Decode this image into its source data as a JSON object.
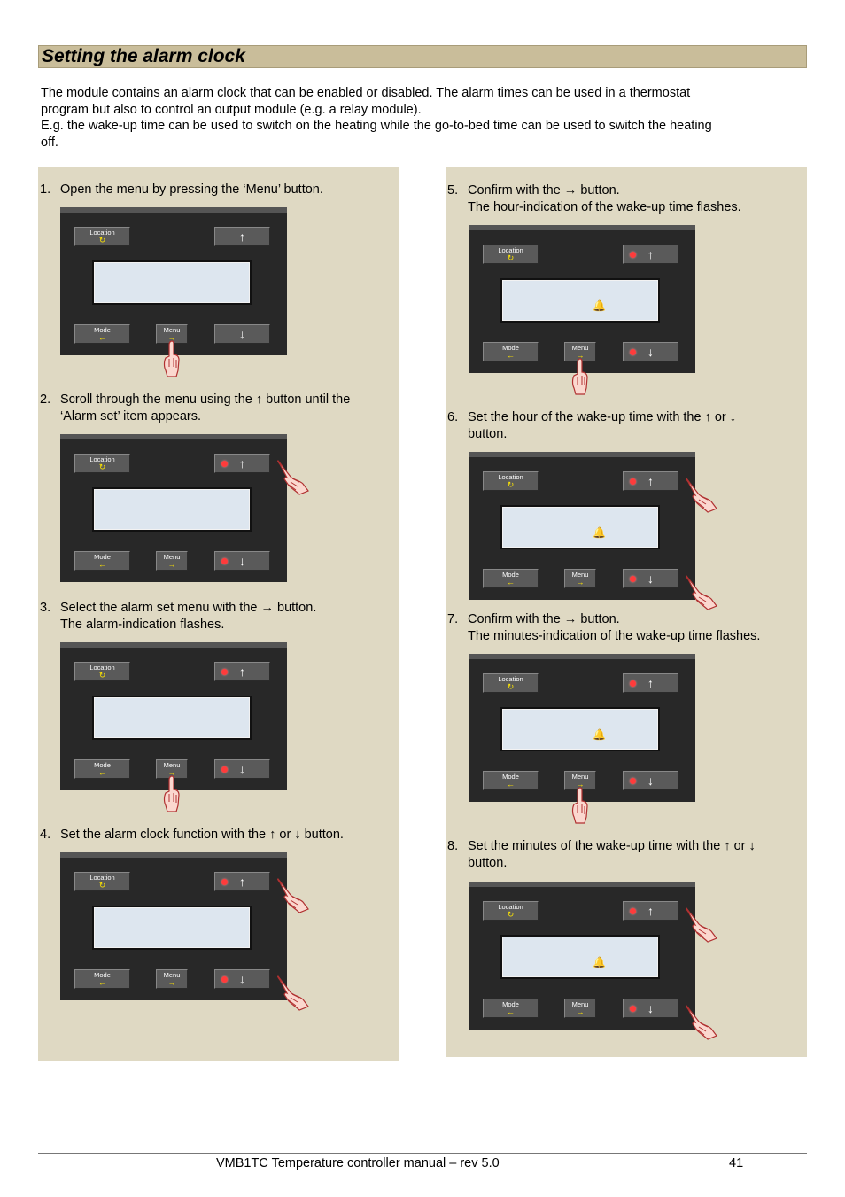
{
  "title": "Setting the alarm clock",
  "intro": {
    "line1": "The module contains an alarm clock that can be enabled or disabled. The alarm times can be used in a thermostat",
    "line2": "program but also to control an output module (e.g. a relay module).",
    "line3": "E.g. the wake-up time can be used to switch on the heating while the go-to-bed time can be used to switch the heating",
    "line4": "off."
  },
  "panel_labels": {
    "location": "Location",
    "location_icon": "↻",
    "mode": "Mode",
    "mode_icon": "←",
    "menu": "Menu",
    "menu_icon": "→",
    "up": "↑",
    "down": "↓",
    "bell": "🔔"
  },
  "steps": [
    {
      "num": "1.",
      "lines": [
        "Open the menu by pressing the ‘Menu’ button."
      ]
    },
    {
      "num": "2.",
      "lines": [
        "Scroll through the menu using the ↑ button until the",
        "‘Alarm set’ item appears."
      ]
    },
    {
      "num": "3.",
      "lines": [
        "Select the alarm set menu with the → button.",
        "The alarm-indication flashes."
      ]
    },
    {
      "num": "4.",
      "lines": [
        "Set the alarm clock function with the ↑ or ↓ button."
      ]
    },
    {
      "num": "5.",
      "lines": [
        "Confirm with the → button.",
        "The hour-indication of the wake-up time flashes."
      ]
    },
    {
      "num": "6.",
      "lines": [
        "Set the hour of the wake-up time with the ↑ or ↓",
        "button."
      ]
    },
    {
      "num": "7.",
      "lines": [
        "Confirm with the → button.",
        "The minutes-indication of the wake-up time flashes."
      ]
    },
    {
      "num": "8.",
      "lines": [
        "Set the minutes of the wake-up time with the ↑ or ↓",
        "button."
      ]
    }
  ],
  "footer": {
    "manual": "VMB1TC Temperature controller manual – rev 5.0",
    "page": "41"
  },
  "colors": {
    "title_bar": "#c9bd9a",
    "column_bg": "#dfd9c3",
    "panel_body": "#282828",
    "lcd": "#dde6ef",
    "led": "#ff3b3b",
    "button_icon": "#ffe600"
  }
}
